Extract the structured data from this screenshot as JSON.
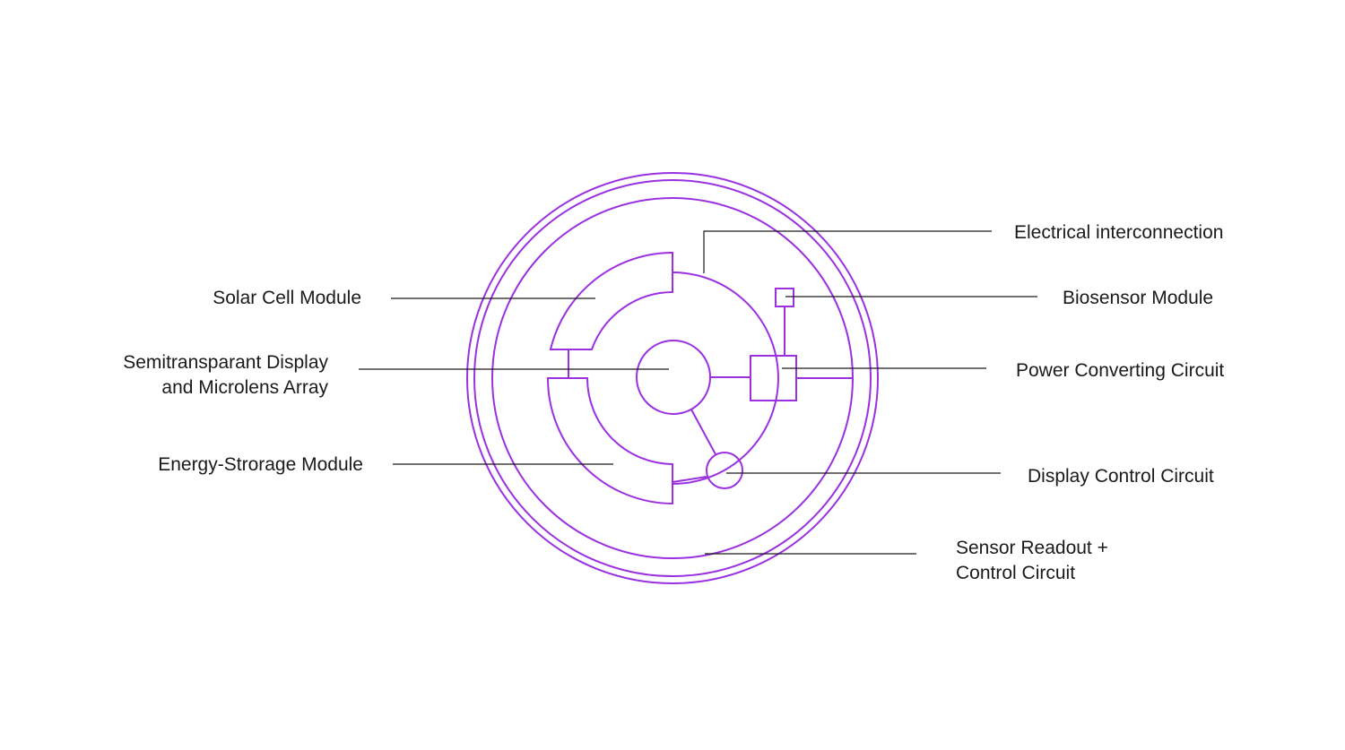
{
  "colors": {
    "accent": "#9b30e0",
    "text": "#1a1a1a",
    "background": "#ffffff"
  },
  "labels": {
    "electrical_interconnection": "Electrical interconnection",
    "biosensor_module": "Biosensor Module",
    "power_converting_circuit": "Power Converting Circuit",
    "display_control_circuit": "Display Control Circuit",
    "sensor_readout": [
      "Sensor Readout +",
      "Control Circuit"
    ],
    "solar_cell_module": "Solar Cell Module",
    "semitransparent_display": [
      "Semitransparant Display",
      "and Microlens Array"
    ],
    "energy_storage_module": "Energy-Strorage Module"
  }
}
